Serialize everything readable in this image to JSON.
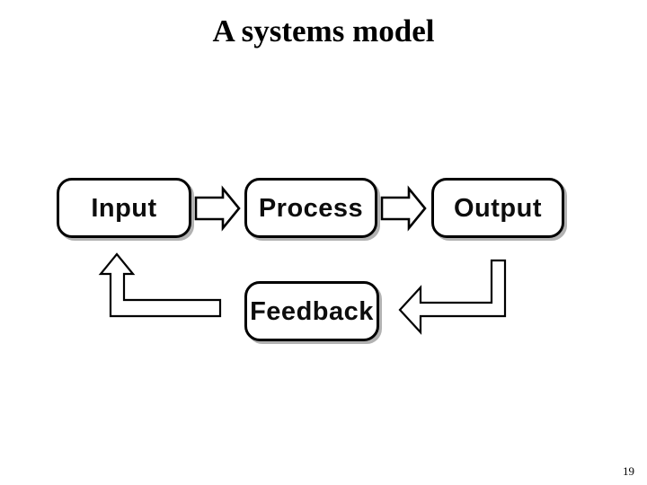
{
  "slide": {
    "title": "A systems model",
    "page_number": "19",
    "background_color": "#ffffff",
    "ink_color": "#000000"
  },
  "diagram": {
    "type": "flow-diagram",
    "name": "systems-model",
    "nodes": [
      {
        "id": "input",
        "label": "Input",
        "shape": "rounded-rectangle"
      },
      {
        "id": "process",
        "label": "Process",
        "shape": "rounded-rectangle"
      },
      {
        "id": "output",
        "label": "Output",
        "shape": "rounded-rectangle"
      },
      {
        "id": "feedback",
        "label": "Feedback",
        "shape": "rounded-rectangle"
      }
    ],
    "connectors": [
      {
        "id": "input-to-process",
        "from": "input",
        "to": "process",
        "style": "hollow-block-arrow",
        "direction": "right"
      },
      {
        "id": "process-to-output",
        "from": "process",
        "to": "output",
        "style": "hollow-block-arrow",
        "direction": "right"
      },
      {
        "id": "output-to-feedback",
        "from": "output",
        "to": "feedback",
        "style": "hollow-elbow-arrow",
        "direction": "down-left"
      },
      {
        "id": "feedback-to-input",
        "from": "feedback",
        "to": "input",
        "style": "hollow-elbow-arrow",
        "direction": "left-up"
      }
    ]
  }
}
